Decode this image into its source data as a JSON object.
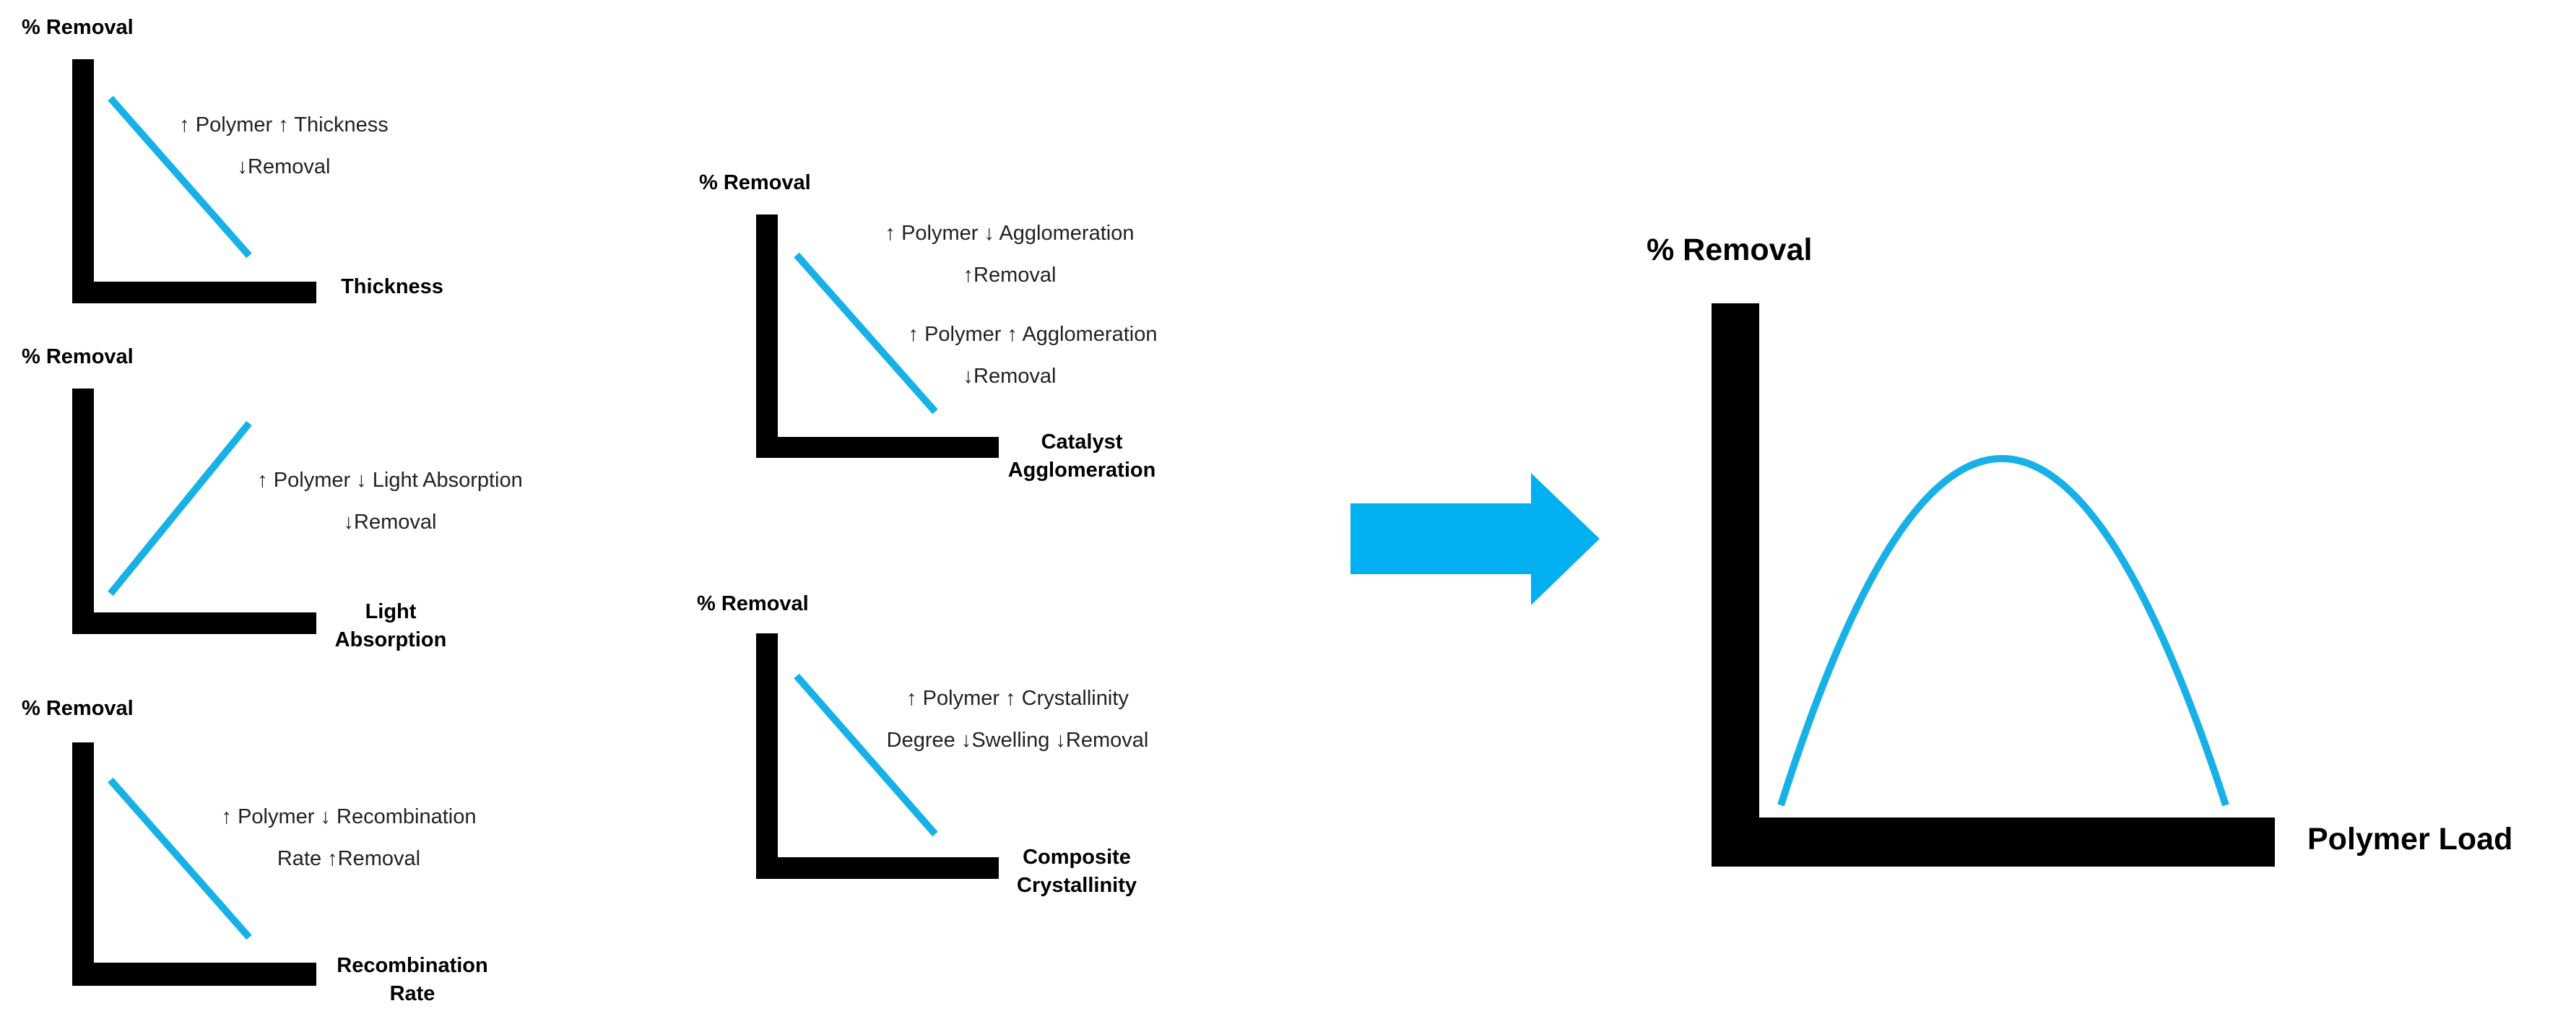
{
  "colors": {
    "trend_line": "#17b1e8",
    "arrow": "#00b0f0",
    "axis": "#000000"
  },
  "small_panels": [
    {
      "y_label": "% Removal",
      "x_label": [
        "Thickness"
      ],
      "trend": "decreasing",
      "annotation": [
        "↑ Polymer ↑ Thickness",
        "↓Removal"
      ]
    },
    {
      "y_label": "% Removal",
      "x_label": [
        "Light",
        "Absorption"
      ],
      "trend": "increasing",
      "annotation": [
        "↑ Polymer ↓ Light Absorption",
        "↓Removal"
      ]
    },
    {
      "y_label": "% Removal",
      "x_label": [
        "Recombination",
        "Rate"
      ],
      "trend": "decreasing",
      "annotation": [
        "↑ Polymer ↓ Recombination",
        "Rate ↑Removal"
      ]
    },
    {
      "y_label": "% Removal",
      "x_label": [
        "Catalyst",
        "Agglomeration"
      ],
      "trend": "decreasing",
      "annotation": [
        "↑ Polymer ↓ Agglomeration",
        "↑Removal",
        "↑ Polymer ↑ Agglomeration",
        "↓Removal"
      ]
    },
    {
      "y_label": "% Removal",
      "x_label": [
        "Composite",
        "Crystallinity"
      ],
      "trend": "decreasing",
      "annotation": [
        "↑ Polymer ↑ Crystallinity",
        "Degree ↓Swelling ↓Removal"
      ]
    }
  ],
  "arrow_icon": "right-arrow",
  "summary_chart": {
    "y_label": "% Removal",
    "x_label": "Polymer Load",
    "curve_shape": "inverted-parabola"
  }
}
